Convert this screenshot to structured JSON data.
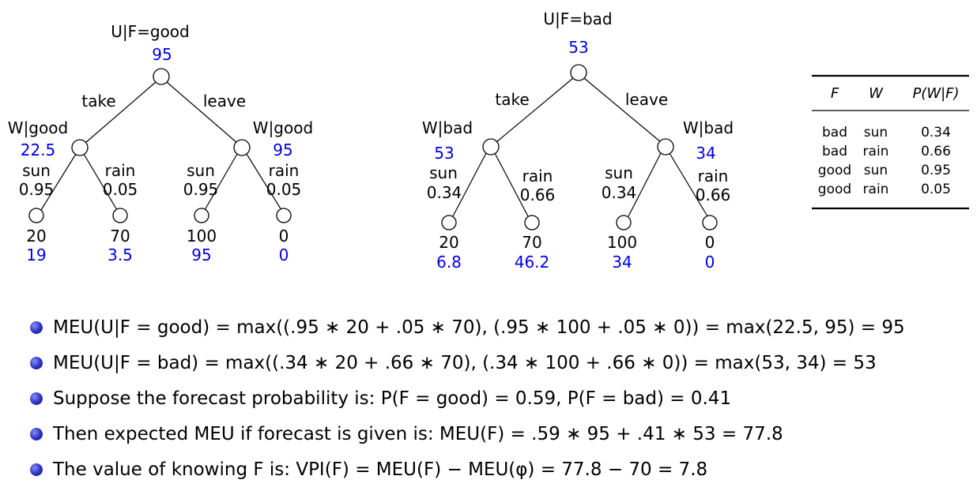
{
  "trees": [
    {
      "root_label": "U|F=good",
      "root_value": "95",
      "edge_left": "take",
      "edge_right": "leave",
      "left": {
        "label": "W|good",
        "value": "22.5",
        "sun": "sun",
        "sun_p": "0.95",
        "rain": "rain",
        "rain_p": "0.05",
        "leaf1_util": "20",
        "leaf1_val": "19",
        "leaf2_util": "70",
        "leaf2_val": "3.5"
      },
      "right": {
        "label": "W|good",
        "value": "95",
        "sun": "sun",
        "sun_p": "0.95",
        "rain": "rain",
        "rain_p": "0.05",
        "leaf1_util": "100",
        "leaf1_val": "95",
        "leaf2_util": "0",
        "leaf2_val": "0"
      }
    },
    {
      "root_label": "U|F=bad",
      "root_value": "53",
      "edge_left": "take",
      "edge_right": "leave",
      "left": {
        "label": "W|bad",
        "value": "53",
        "sun": "sun",
        "sun_p": "0.34",
        "rain": "rain",
        "rain_p": "0.66",
        "leaf1_util": "20",
        "leaf1_val": "6.8",
        "leaf2_util": "70",
        "leaf2_val": "46.2"
      },
      "right": {
        "label": "W|bad",
        "value": "34",
        "sun": "sun",
        "sun_p": "0.34",
        "rain": "rain",
        "rain_p": "0.66",
        "leaf1_util": "100",
        "leaf1_val": "34",
        "leaf2_util": "0",
        "leaf2_val": "0"
      }
    }
  ],
  "table": {
    "headers": [
      "F",
      "W",
      "P(W|F)"
    ],
    "rows": [
      [
        "bad",
        "sun",
        "0.34"
      ],
      [
        "bad",
        "rain",
        "0.66"
      ],
      [
        "good",
        "sun",
        "0.95"
      ],
      [
        "good",
        "rain",
        "0.05"
      ]
    ]
  },
  "bullets": [
    "MEU(U|F = good) = max((.95 ∗ 20 + .05 ∗ 70), (.95 ∗ 100 + .05 ∗ 0)) = max(22.5, 95) = 95",
    "MEU(U|F = bad) = max((.34 ∗ 20 + .66 ∗ 70), (.34 ∗ 100 + .66 ∗ 0)) = max(53, 34) = 53",
    "Suppose the forecast probability is: P(F = good) = 0.59, P(F = bad) = 0.41",
    "Then expected MEU if forecast is given is: MEU(F) = .59 ∗ 95 + .41 ∗ 53 = 77.8",
    "The value of knowing F is: VPI(F) = MEU(F) − MEU(φ) = 77.8 − 70 = 7.8"
  ],
  "colors": {
    "value_blue": "#0000e6",
    "bullet_blue": "#2b2fc0"
  }
}
